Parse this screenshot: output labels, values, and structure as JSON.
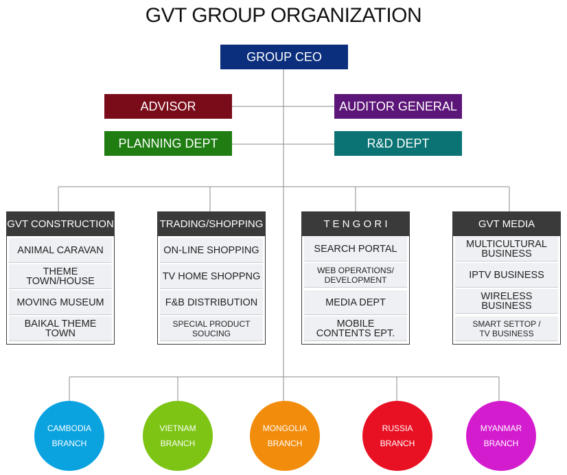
{
  "title": "GVT GROUP ORGANIZATION",
  "ceo": {
    "label": "GROUP CEO",
    "color": "#0b2f7d"
  },
  "staff": {
    "advisor": {
      "label": "ADVISOR",
      "color": "#7a0c1a"
    },
    "auditor": {
      "label": "AUDITOR GENERAL",
      "color": "#5c1578"
    },
    "planning": {
      "label": "PLANNING DEPT",
      "color": "#1f7d12"
    },
    "rnd": {
      "label": "R&D DEPT",
      "color": "#0b7373"
    }
  },
  "divisions": [
    {
      "name": "GVT CONSTRUCTION",
      "items": [
        "ANIMAL CARAVAN",
        "THEME TOWN/HOUSE",
        "MOVING MUSEUM",
        "BAIKAL THEME TOWN"
      ]
    },
    {
      "name": "TRADING/SHOPPING",
      "items": [
        "ON-LINE SHOPPING",
        "TV HOME SHOPPNG",
        "F&B DISTRIBUTION",
        "SPECIAL PRODUCT SOUCING"
      ]
    },
    {
      "name": "T E N G O R I",
      "items": [
        "SEARCH PORTAL",
        "WEB OPERATIONS/ DEVELOPMENT",
        "MEDIA DEPT",
        "MOBILE CONTENTS EPT."
      ]
    },
    {
      "name": "GVT MEDIA",
      "items": [
        "MULTICULTURAL BUSINESS",
        "IPTV BUSINESS",
        "WIRELESS BUSINESS",
        "SMART SETTOP / TV BUSINESS"
      ]
    }
  ],
  "branches": [
    {
      "line1": "CAMBODIA",
      "line2": "BRANCH",
      "color": "#0aa3e0"
    },
    {
      "line1": "VIETNAM",
      "line2": "BRANCH",
      "color": "#7dc414"
    },
    {
      "line1": "MONGOLIA",
      "line2": "BRANCH",
      "color": "#f28c0c"
    },
    {
      "line1": "RUSSIA",
      "line2": "BRANCH",
      "color": "#e81123"
    },
    {
      "line1": "MYANMAR",
      "line2": "BRANCH",
      "color": "#d41ccf"
    }
  ]
}
